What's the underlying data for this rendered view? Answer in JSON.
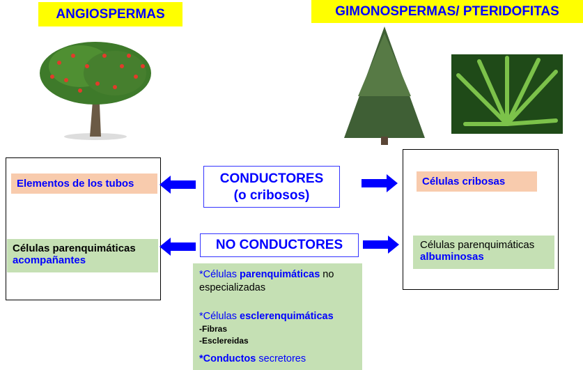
{
  "headers": {
    "left": "ANGIOSPERMAS",
    "right": "GIMONOSPERMAS/ PTERIDOFITAS"
  },
  "angiospermas": {
    "item1": "Elementos de los tubos",
    "item2_line1": "Células parenquimáticas",
    "item2_line2": "acompañantes"
  },
  "gimnospermas": {
    "item1": "Células cribosas",
    "item2_line1": "Células parenquimáticas",
    "item2_line2": "albuminosas"
  },
  "center": {
    "conductores_line1": "CONDUCTORES",
    "conductores_line2": "(o cribosos)",
    "no_conductores": "NO CONDUCTORES"
  },
  "list": {
    "a_star": "*Células ",
    "a_bold": "parenquimáticas",
    "a_rest": " no especializadas",
    "b_star": "*Células ",
    "b_bold": "esclerenquimáticas",
    "b_sub1": "-Fibras",
    "b_sub2": "-Esclereidas",
    "c_bold": "*Conductos",
    "c_rest": " secretores"
  },
  "colors": {
    "header": "#ffff00",
    "text": "#0000ff",
    "salmon": "#f8cbad",
    "green": "#c5e0b4"
  }
}
